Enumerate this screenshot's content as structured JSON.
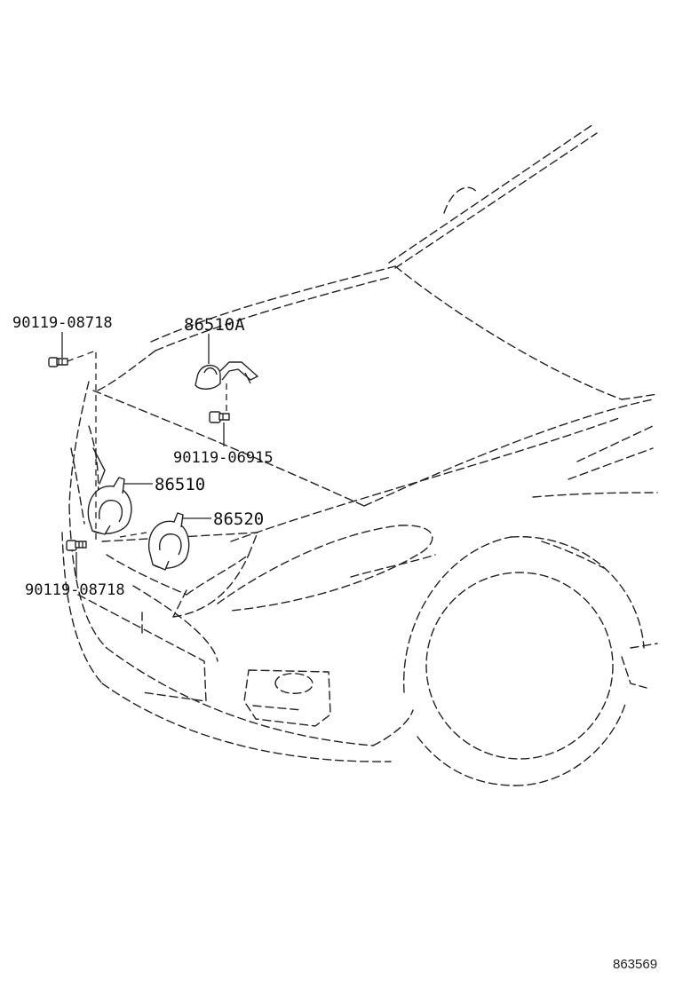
{
  "diagram": {
    "parts": {
      "bolt_upper_left": "90119-08718",
      "horn_bracket": "86510A",
      "bolt_bracket": "90119-06915",
      "horn_high": "86510",
      "horn_low": "86520",
      "bolt_lower_left": "90119-08718"
    },
    "illustration_id": "863569",
    "line_color": "#222222",
    "background_color": "#ffffff"
  }
}
